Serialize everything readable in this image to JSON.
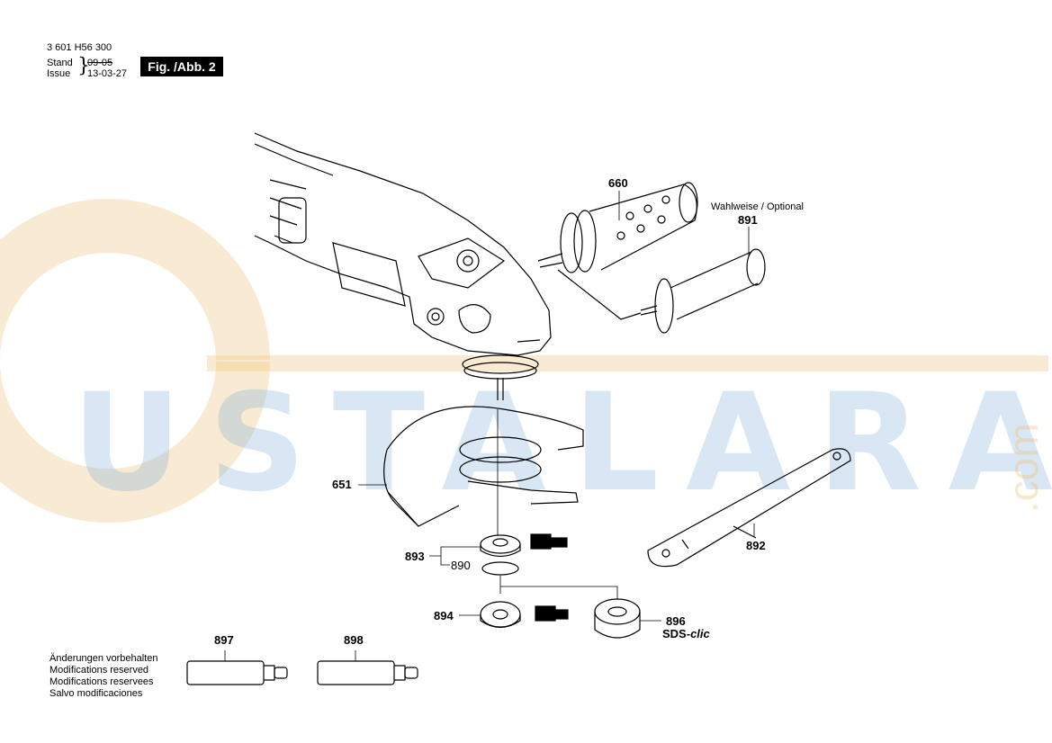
{
  "header": {
    "doc_number": "3 601 H56 300",
    "stand_label": "Stand",
    "issue_label": "Issue",
    "brace": "}",
    "date_old": "09-05",
    "date_new": "13-03-27",
    "fig_label": "Fig. /Abb. 2"
  },
  "parts": {
    "p660": "660",
    "p891": "891",
    "optional": "Wahlweise / Optional",
    "p651": "651",
    "p892": "892",
    "p893": "893",
    "p890": "890",
    "p894": "894",
    "p896": "896",
    "sds_prefix": "SDS-",
    "sds_suffix": "clic",
    "p897": "897",
    "p898": "898"
  },
  "disclaimer": {
    "line1": "Änderungen vorbehalten",
    "line2": "Modifications reserved",
    "line3": "Modifications reservees",
    "line4": "Salvo modificaciones"
  },
  "watermark": {
    "text": "USTALARA",
    "suffix": ".com",
    "colors": {
      "blue": "#78aadc",
      "orange": "#ebbe6e"
    }
  }
}
